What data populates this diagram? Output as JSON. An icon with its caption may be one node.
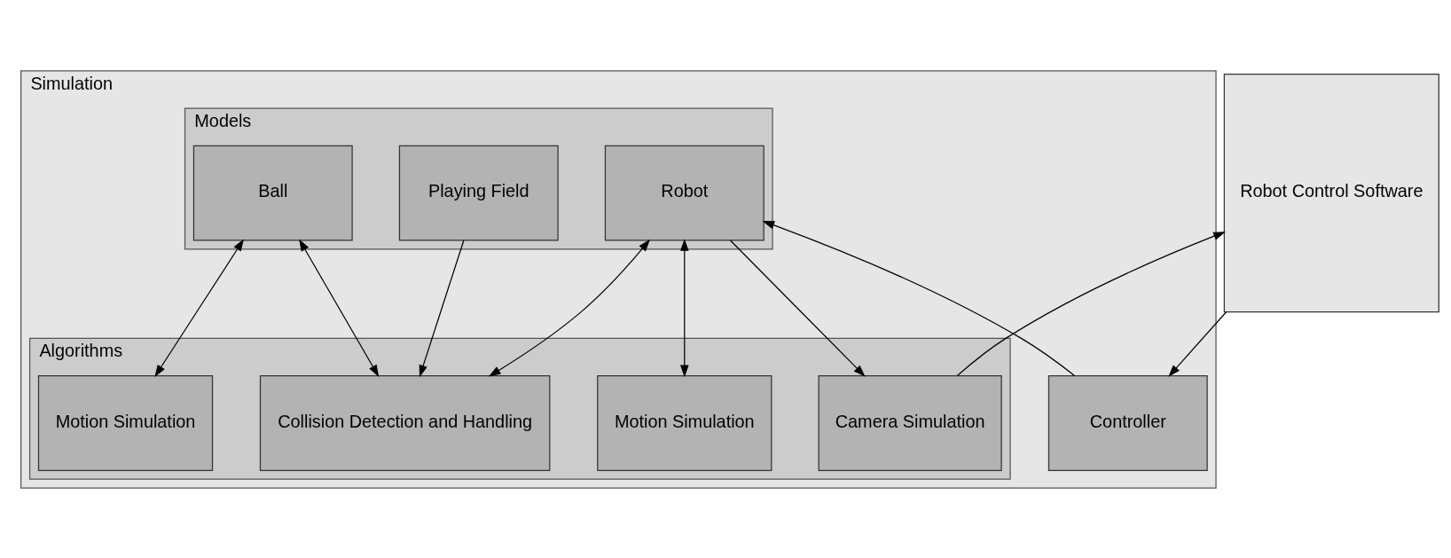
{
  "diagram": {
    "nodes": [
      {
        "text": [
          "Simulation"
        ]
      },
      {
        "text": [
          "Algorithms"
        ],
        "in": 0
      },
      {
        "text": [
          "Collision Detection and Handling"
        ],
        "in": 1
      },
      {
        "text": [
          "Motion Simulation"
        ],
        "in": 1
      },
      {
        "text": [
          "Motion Simulation"
        ],
        "in": 1
      },
      {
        "text": [
          "Camera Simulation"
        ],
        "in": 1
      },
      {
        "text": [
          "Models"
        ],
        "in": 0
      },
      {
        "text": [
          "Playing Field"
        ],
        "in": 6
      },
      {
        "text": [
          "Ball"
        ],
        "in": 6
      },
      {
        "text": [
          "Robot"
        ],
        "in": 6
      },
      {
        "text": [
          "Controller"
        ],
        "in": 0
      },
      {
        "text": [
          "Robot Control Software"
        ]
      }
    ],
    "edges": [
      {
        "from": 7,
        "to": 2,
        "arrow": "to"
      },
      {
        "from": 2,
        "to": 8,
        "arrow": "both"
      },
      {
        "from": 2,
        "to": 9,
        "arrow": "both"
      },
      {
        "from": 3,
        "to": 8,
        "arrow": "both"
      },
      {
        "from": 4,
        "to": 9,
        "arrow": "both"
      },
      {
        "from": 9,
        "to": 5,
        "arrow": "to"
      },
      {
        "from": 5,
        "to": 11,
        "arrow": "to"
      },
      {
        "from": 11,
        "to": 10,
        "arrow": "to"
      },
      {
        "from": 10,
        "to": 9,
        "arrow": "to"
      }
    ]
  }
}
